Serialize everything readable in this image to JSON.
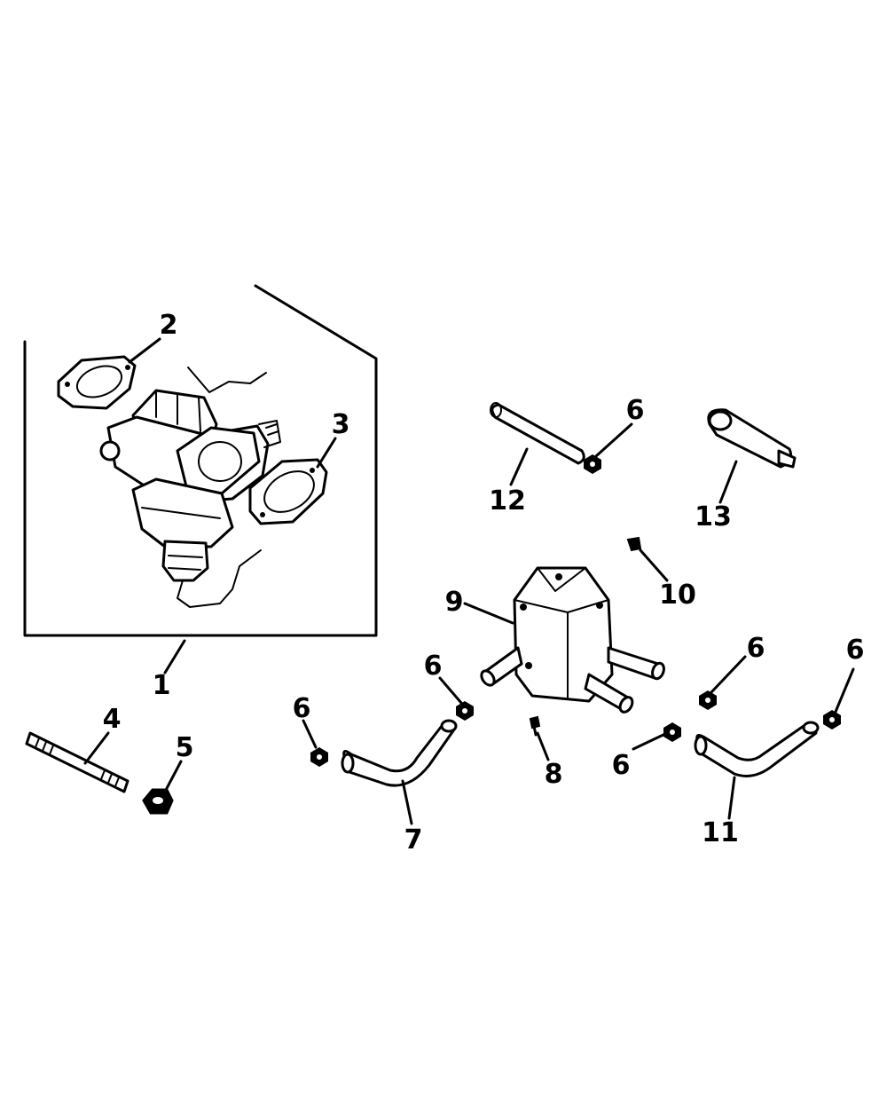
{
  "diagram": {
    "callouts": [
      {
        "id": "c1",
        "label": "1",
        "part": "carburetor-assembly"
      },
      {
        "id": "c2",
        "label": "2",
        "part": "gasket-upper"
      },
      {
        "id": "c3",
        "label": "3",
        "part": "gasket-lower"
      },
      {
        "id": "c4",
        "label": "4",
        "part": "stud"
      },
      {
        "id": "c5",
        "label": "5",
        "part": "nut"
      },
      {
        "id": "c6a",
        "label": "6",
        "part": "hose-clamp"
      },
      {
        "id": "c6b",
        "label": "6",
        "part": "hose-clamp"
      },
      {
        "id": "c6c",
        "label": "6",
        "part": "hose-clamp"
      },
      {
        "id": "c6d",
        "label": "6",
        "part": "hose-clamp"
      },
      {
        "id": "c6e",
        "label": "6",
        "part": "hose-clamp"
      },
      {
        "id": "c6f",
        "label": "6",
        "part": "hose-clamp"
      },
      {
        "id": "c7",
        "label": "7",
        "part": "fuel-line-left"
      },
      {
        "id": "c8",
        "label": "8",
        "part": "screw"
      },
      {
        "id": "c9",
        "label": "9",
        "part": "fuel-pump"
      },
      {
        "id": "c10",
        "label": "10",
        "part": "fitting"
      },
      {
        "id": "c11",
        "label": "11",
        "part": "fuel-line-right"
      },
      {
        "id": "c12",
        "label": "12",
        "part": "fuel-line-short"
      },
      {
        "id": "c13",
        "label": "13",
        "part": "fuel-filter"
      }
    ]
  }
}
